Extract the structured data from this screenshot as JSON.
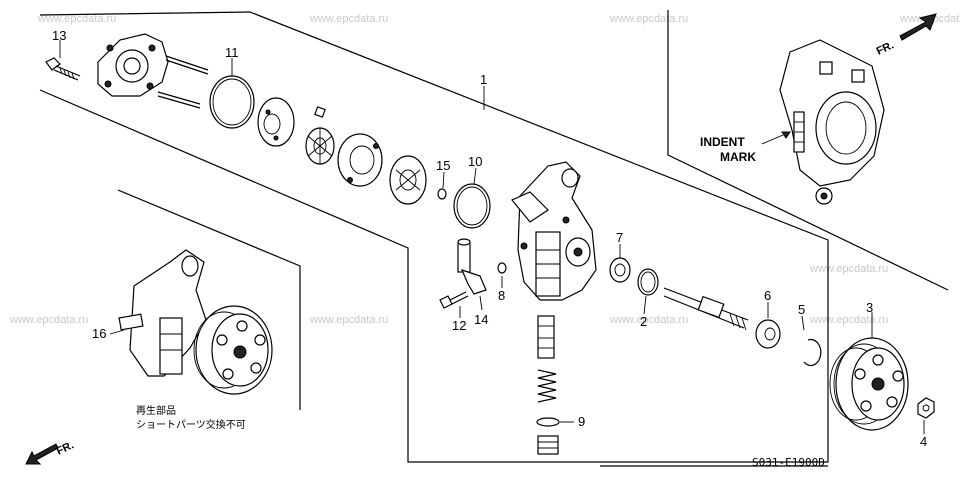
{
  "watermark": "www.epcdata.ru",
  "part_numbers": {
    "p1": "1",
    "p2": "2",
    "p3": "3",
    "p4": "4",
    "p5": "5",
    "p6": "6",
    "p7": "7",
    "p8": "8",
    "p9": "9",
    "p10": "10",
    "p11": "11",
    "p12": "12",
    "p13": "13",
    "p14": "14",
    "p15": "15",
    "p16": "16"
  },
  "indent_mark": {
    "line1": "INDENT",
    "line2": "MARK"
  },
  "direction_label": "FR.",
  "note_jp": {
    "line1": "再生部品",
    "line2": "ショートパーツ交換不可"
  },
  "diagram_code": "S031-E1900D"
}
